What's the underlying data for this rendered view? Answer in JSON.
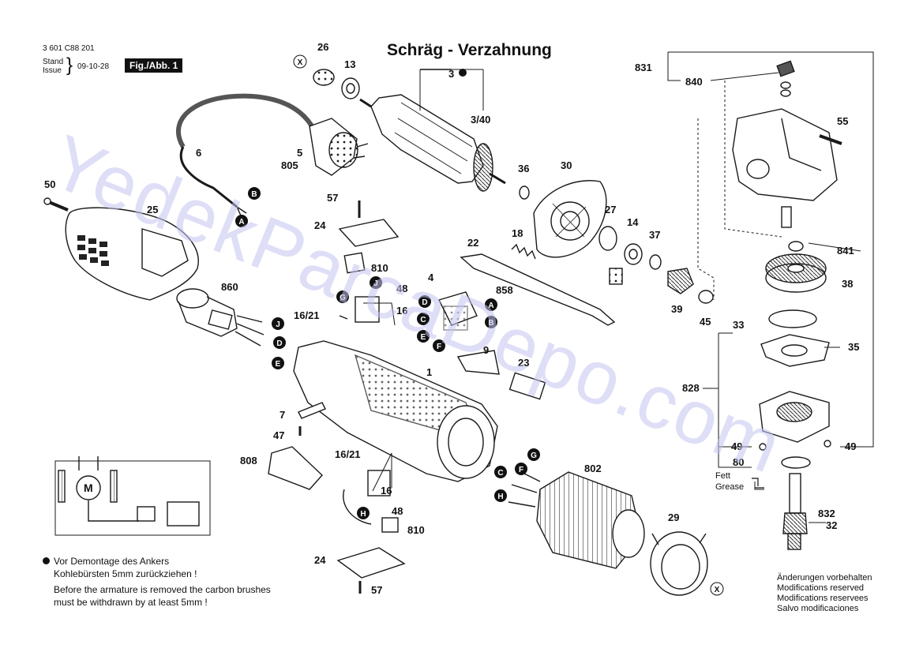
{
  "header": {
    "doc_number": "3 601 C88 201",
    "stand_label": "Stand",
    "issue_label": "Issue",
    "date": "09-10-28",
    "fig_label": "Fig./Abb. 1"
  },
  "title": "Schräg - Verzahnung",
  "watermark": "YedekParcaDepo.com",
  "notes_left": {
    "de_line1": "Vor Demontage des Ankers",
    "de_line2": "Kohlebürsten 5mm zurückziehen !",
    "en_line1": "Before the armature is removed the carbon brushes",
    "en_line2": "must be withdrawn by at least 5mm !"
  },
  "notes_right": {
    "line1": "Änderungen vorbehalten",
    "line2": "Modifications reserved",
    "line3": "Modifications reservees",
    "line4": "Salvo modificaciones"
  },
  "grease": {
    "de": "Fett",
    "en": "Grease"
  },
  "part_labels": {
    "p26": "26",
    "p13": "13",
    "p3": "3",
    "p3_40": "3/40",
    "p36": "36",
    "p30": "30",
    "p27": "27",
    "p14": "14",
    "p37": "37",
    "p39": "39",
    "p45": "45",
    "p38": "38",
    "p831": "831",
    "p840": "840",
    "p55": "55",
    "p841": "841",
    "p33": "33",
    "p35": "35",
    "p828": "828",
    "p49a": "49",
    "p49b": "49",
    "p80": "80",
    "p832": "832",
    "p32": "32",
    "p6": "6",
    "p5": "5",
    "p805": "805",
    "p50": "50",
    "p25": "25",
    "p57a": "57",
    "p24a": "24",
    "p810a": "810",
    "p48a": "48",
    "p16_21a": "16/21",
    "p16a": "16",
    "p860": "860",
    "p22": "22",
    "p18": "18",
    "p4": "4",
    "p858": "858",
    "p9": "9",
    "p23": "23",
    "p1": "1",
    "p7": "7",
    "p47": "47",
    "p808": "808",
    "p16_21b": "16/21",
    "p16b": "16",
    "p48b": "48",
    "p810b": "810",
    "p24b": "24",
    "p57b": "57",
    "p802": "802",
    "p29": "29",
    "motor": "M"
  },
  "connector_markers": [
    "A",
    "B",
    "C",
    "D",
    "E",
    "F",
    "G",
    "H",
    "J",
    "X"
  ]
}
